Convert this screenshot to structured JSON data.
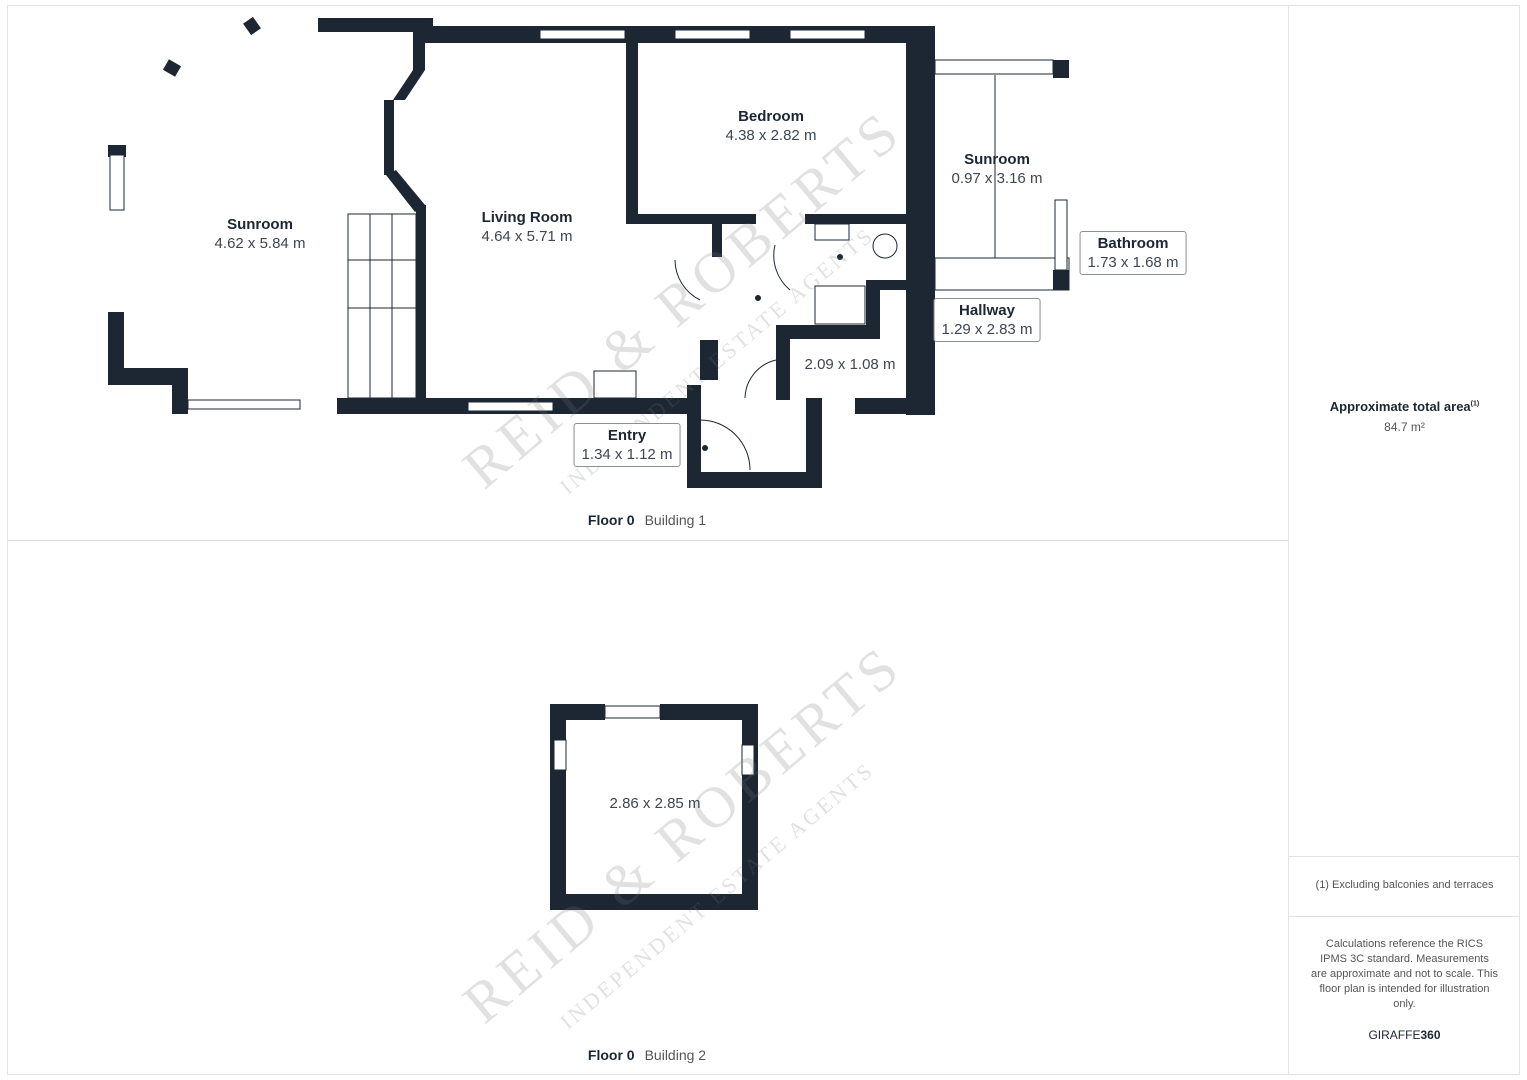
{
  "building1": {
    "floor_label": "Floor 0",
    "building_label": "Building 1",
    "rooms": [
      {
        "name": "Sunroom",
        "dims": "4.62 x 5.84 m"
      },
      {
        "name": "Living Room",
        "dims": "4.64 x 5.71 m"
      },
      {
        "name": "Bedroom",
        "dims": "4.38 x 2.82 m"
      },
      {
        "name": "Sunroom",
        "dims": "0.97 x 3.16 m"
      },
      {
        "name": "Bathroom",
        "dims": "1.73 x 1.68 m"
      },
      {
        "name": "Hallway",
        "dims": "1.29 x 2.83 m"
      },
      {
        "name": "",
        "dims": "2.09 x 1.08 m"
      },
      {
        "name": "Entry",
        "dims": "1.34 x 1.12 m"
      }
    ]
  },
  "building2": {
    "floor_label": "Floor 0",
    "building_label": "Building 2",
    "rooms": [
      {
        "name": "",
        "dims": "2.86 x 2.85 m"
      }
    ]
  },
  "summary": {
    "area_title": "Approximate total area",
    "area_footnote_mark": "(1)",
    "area_value": "84.7 m²",
    "footnote": "(1) Excluding balconies and terraces",
    "disclaimer": "Calculations reference the RICS IPMS 3C standard. Measurements are approximate and not to scale. This floor plan is intended for illustration only.",
    "brand_prefix": "GIRAFFE",
    "brand_suffix": "360"
  },
  "watermark": {
    "name": "REID & ROBERTS",
    "tagline": "INDEPENDENT ESTATE AGENTS"
  },
  "colors": {
    "wall": "#1c2733",
    "watermark_accent": "#c98a8a"
  }
}
